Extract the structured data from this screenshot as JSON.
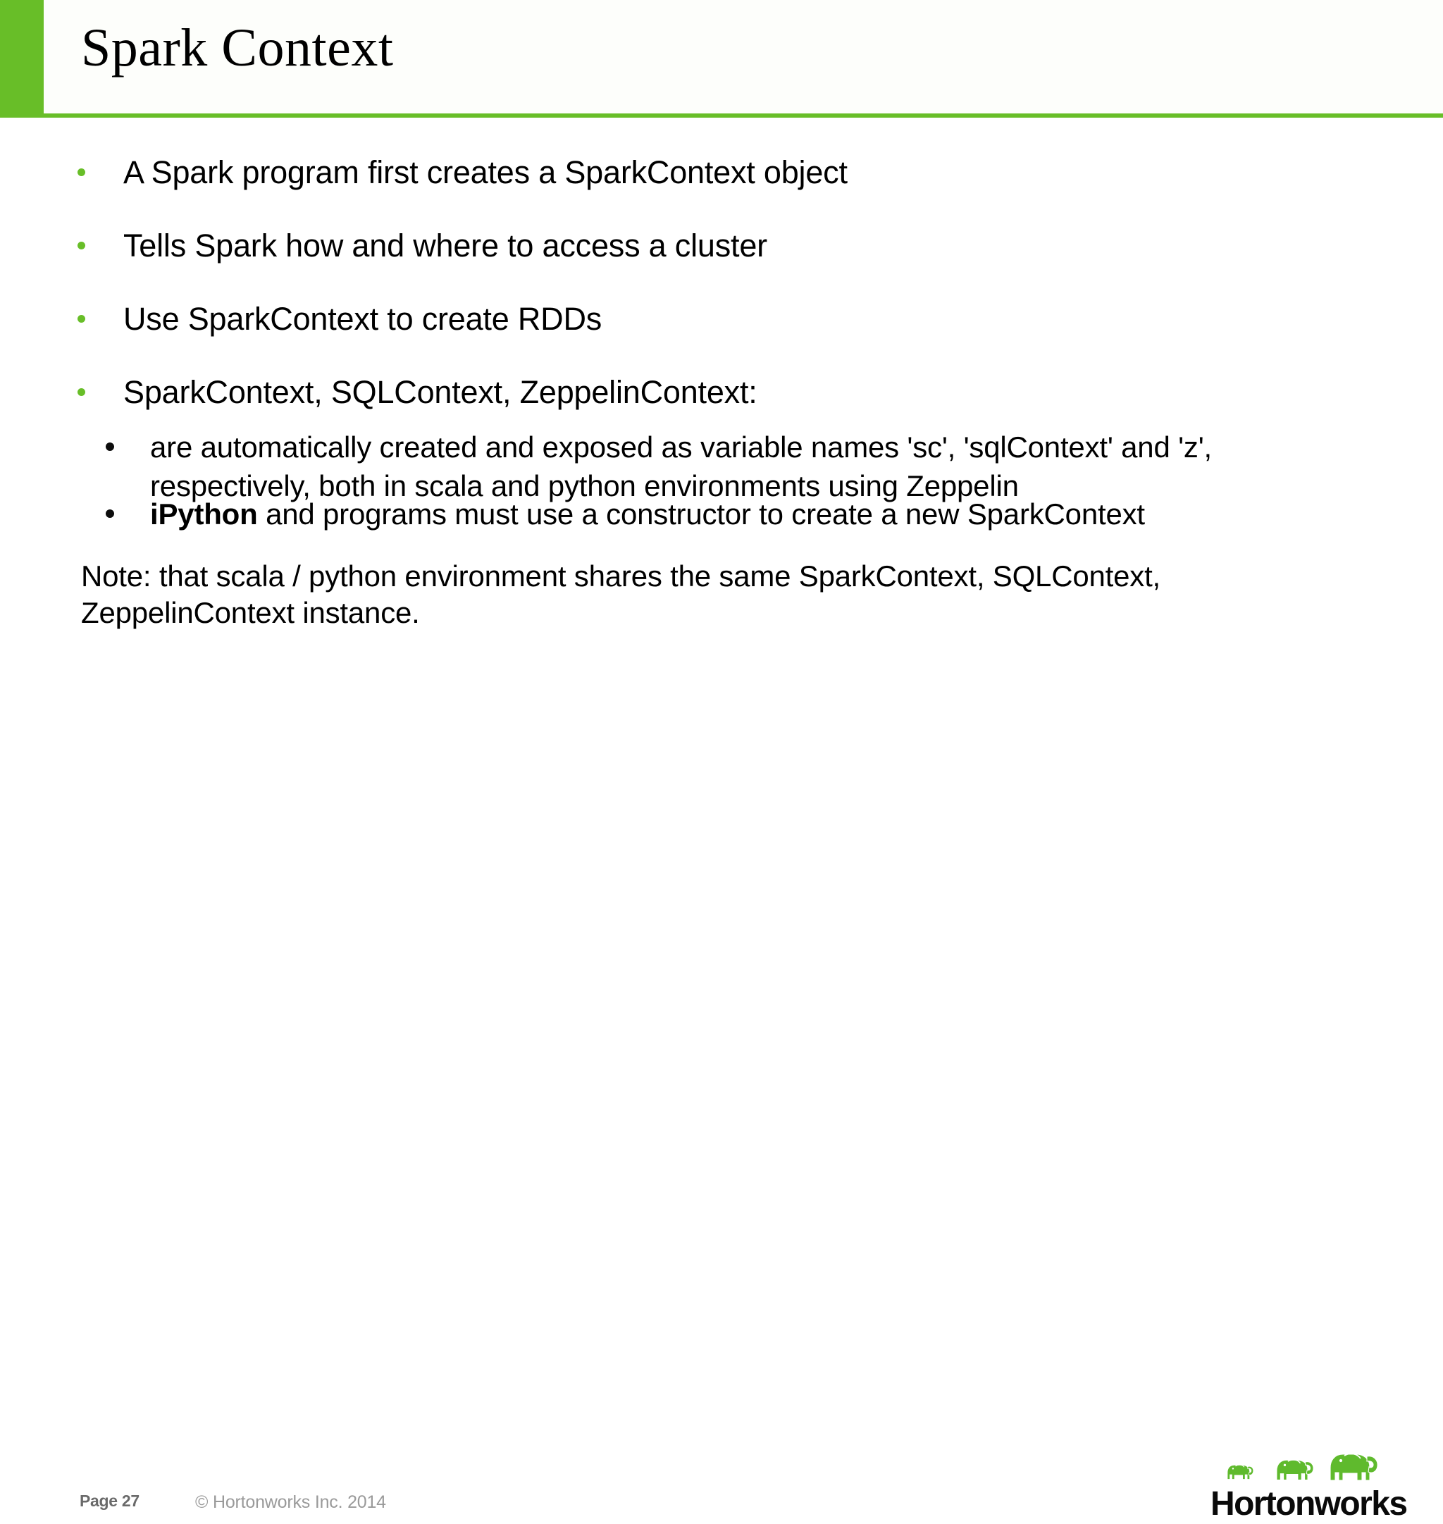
{
  "slide": {
    "title": "Spark Context",
    "accent_color": "#68be28",
    "header_bg": "#fdfefb",
    "background": "#ffffff"
  },
  "bullets": [
    {
      "level": 1,
      "text": "A Spark program first creates a SparkContext object"
    },
    {
      "level": 1,
      "text": "Tells Spark how and where to access a cluster"
    },
    {
      "level": 1,
      "text": "Use SparkContext to create RDDs"
    },
    {
      "level": 1,
      "text": "SparkContext, SQLContext, ZeppelinContext:"
    },
    {
      "level": 2,
      "text": " are automatically created and exposed as variable names 'sc', 'sqlContext' and 'z', respectively, both in scala and python environments using Zeppelin"
    },
    {
      "level": 2,
      "text_bold": "iPython",
      "text": " and programs must use a constructor to create a new SparkContext"
    }
  ],
  "note": {
    "text": "Note: that scala / python environment shares the same SparkContext, SQLContext, ZeppelinContext instance."
  },
  "footer": {
    "page_label": "Page 27",
    "copyright": "© Hortonworks Inc. 2014"
  },
  "logo": {
    "wordmark": "Hortonworks",
    "elephant_color": "#5fba2d",
    "wordmark_color": "#0a0a0a"
  }
}
